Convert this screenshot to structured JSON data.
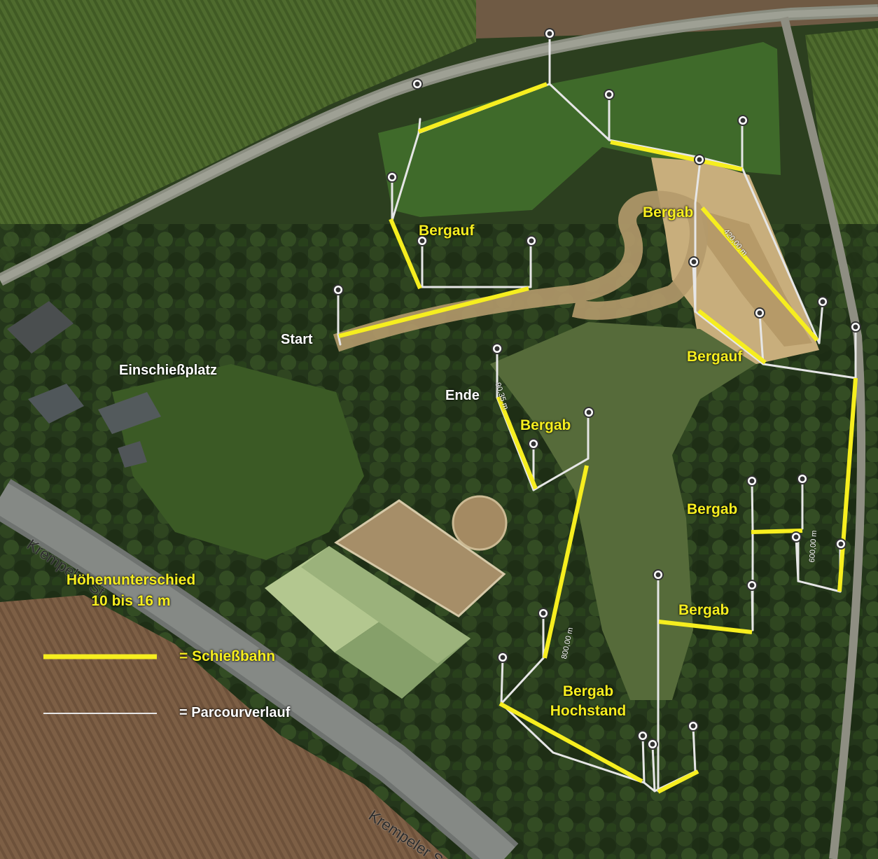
{
  "labels": {
    "bergauf_1": "Bergauf",
    "bergab_1": "Bergab",
    "bergauf_2": "Bergauf",
    "bergab_2": "Bergab",
    "bergab_3": "Bergab",
    "bergab_4": "Bergab",
    "bergab_hochstand": "Bergab",
    "hochstand": "Hochstand",
    "start": "Start",
    "ende": "Ende",
    "einschiessplatz": "Einschießplatz"
  },
  "legend": {
    "hoehen_line1": "Höhenunterschied",
    "hoehen_line2": "10 bis 16 m",
    "schiessbahn": "= Schießbahn",
    "parcour": "= Parcourverlauf"
  },
  "roads": {
    "krempeler_1": "Krempeler St",
    "krempeler_2": "Krempeler S"
  },
  "measurements": {
    "m1": "90,35 m",
    "m2": "800,00 m",
    "m3": "600,00 m",
    "m4": "420,00 m"
  },
  "colors": {
    "schiessbahn": "#f6ee1f",
    "parcour": "#e6e6e6",
    "label_yellow": "#f6ee1f",
    "label_white": "#ffffff"
  },
  "icons": {
    "waypoint": "map-pin-icon"
  }
}
